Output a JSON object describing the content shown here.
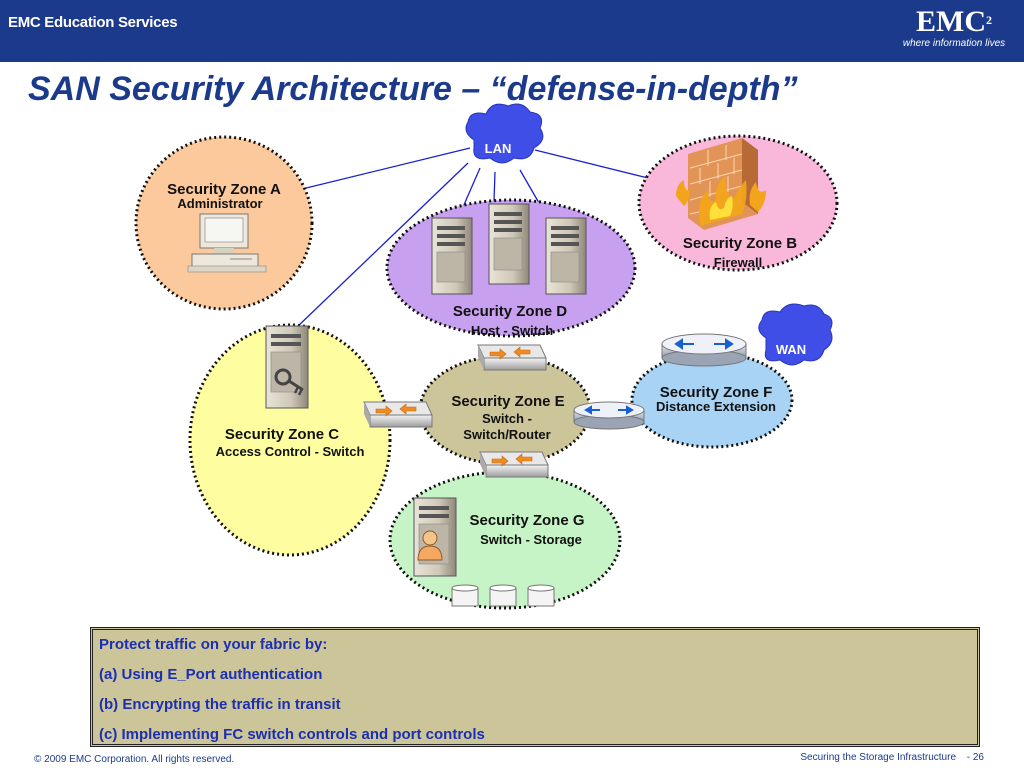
{
  "header": {
    "brand_left": "EMC Education Services",
    "logo_text": "EMC",
    "logo_superscript": "2",
    "tagline": "where information lives"
  },
  "title": "SAN Security Architecture – “defense-in-depth”",
  "diagram": {
    "lan_label": "LAN",
    "wan_label": "WAN",
    "zone_a": {
      "name": "Security Zone A",
      "sub": "Administrator"
    },
    "zone_b": {
      "name": "Security Zone B",
      "sub": "Firewall"
    },
    "zone_c": {
      "name": "Security Zone C",
      "sub": "Access Control - Switch"
    },
    "zone_d": {
      "name": "Security Zone D",
      "sub": "Host - Switch"
    },
    "zone_e": {
      "name": "Security Zone E",
      "sub1": "Switch -",
      "sub2": "Switch/Router"
    },
    "zone_f": {
      "name": "Security Zone F",
      "sub": "Distance Extension"
    },
    "zone_g": {
      "name": "Security Zone G",
      "sub": "Switch - Storage"
    }
  },
  "infobox": {
    "line1": "Protect traffic on your fabric by:",
    "line2": "(a) Using E_Port authentication",
    "line3": "(b) Encrypting the traffic in transit",
    "line4": "(c) Implementing FC switch controls and port controls"
  },
  "footer": {
    "copyright": "© 2009 EMC Corporation. All rights reserved.",
    "course": "Securing the Storage Infrastructure",
    "page": "- 26"
  },
  "colors": {
    "header_bg": "#1b3a8c",
    "zone_a": "#fbc99b",
    "zone_b": "#f9b7da",
    "zone_c": "#fefea0",
    "zone_d": "#c7a0f0",
    "zone_e": "#cdc59a",
    "zone_f": "#a8d3f5",
    "zone_g": "#c6f4c6",
    "cloud": "#3e4ee6",
    "infobox_bg": "#cdc59a"
  }
}
